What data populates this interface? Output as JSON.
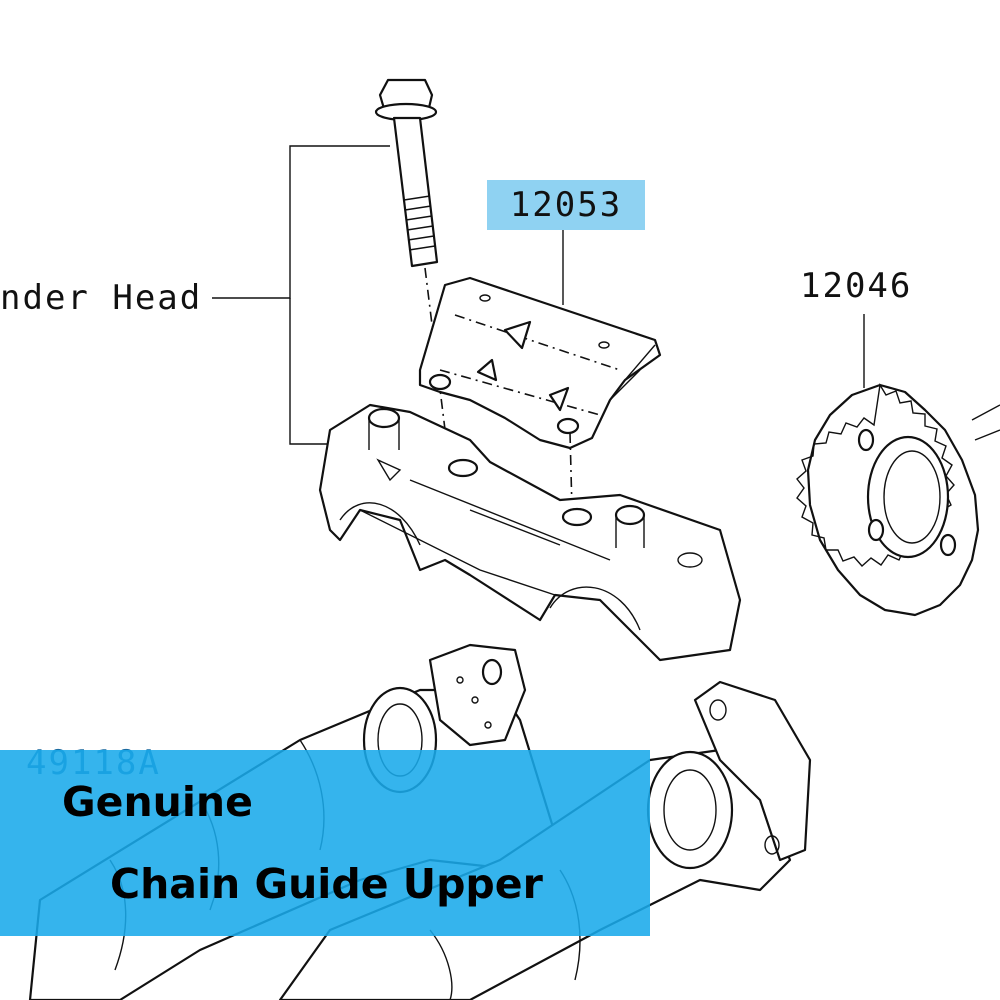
{
  "labels": {
    "cylinder_head": "nder Head",
    "part_chain_guide": "12053",
    "part_sprocket": "12046",
    "part_camshaft": "49118A"
  },
  "banner": {
    "line1": "Genuine",
    "line2": "Chain Guide Upper",
    "color": "#19aaeb"
  },
  "highlight_color": "#8fd2f2"
}
